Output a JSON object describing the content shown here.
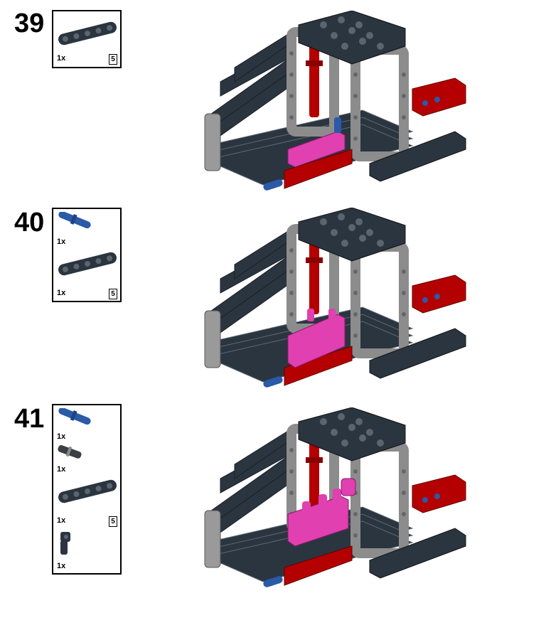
{
  "steps": [
    {
      "number": "39",
      "parts": [
        {
          "icon": "dark-beam-icon",
          "qty": "1x",
          "length": "5"
        }
      ]
    },
    {
      "number": "40",
      "parts": [
        {
          "icon": "blue-pin-icon",
          "qty": "1x"
        },
        {
          "icon": "dark-beam-icon",
          "qty": "1x",
          "length": "5"
        }
      ]
    },
    {
      "number": "41",
      "parts": [
        {
          "icon": "blue-pin-icon",
          "qty": "1x"
        },
        {
          "icon": "gray-axle-pin-icon",
          "qty": "1x"
        },
        {
          "icon": "dark-beam-icon",
          "qty": "1x",
          "length": "5"
        },
        {
          "icon": "angle-connector-icon",
          "qty": "1x"
        }
      ]
    }
  ],
  "colors": {
    "dark_bluish_gray": "#2b3540",
    "light_bluish_gray": "#8c8c8c",
    "red": "#b40000",
    "magenta": "#e040b0",
    "blue": "#2a5aa8"
  }
}
